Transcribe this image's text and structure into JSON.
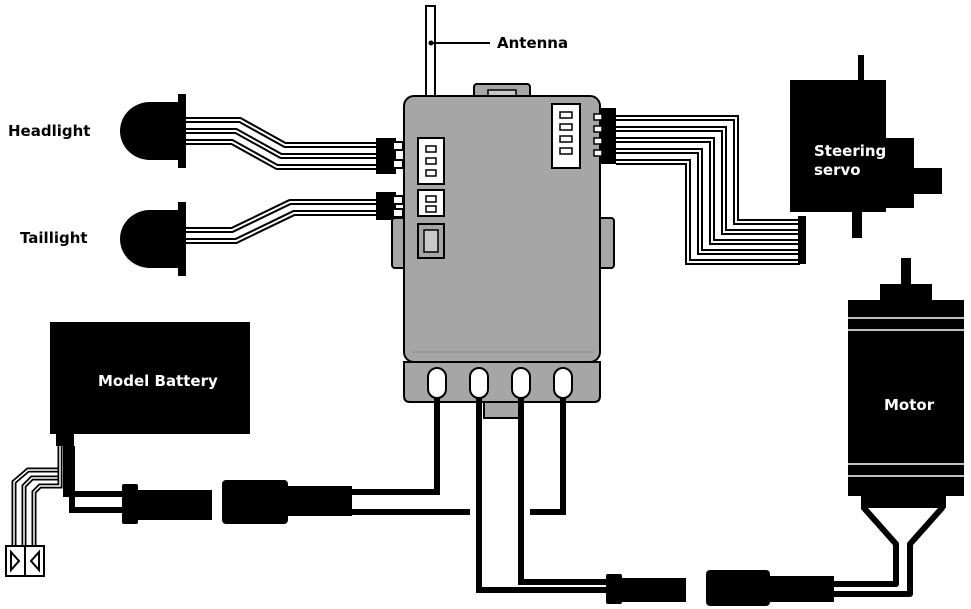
{
  "labels": {
    "antenna": "Antenna",
    "headlight": "Headlight",
    "taillight": "Taillight",
    "steering_line1": "Steering",
    "steering_line2": "servo",
    "model_battery": "Model Battery",
    "motor": "Motor"
  },
  "colors": {
    "wire": "#000000",
    "controller_body": "#a6a6a6",
    "controller_highlight": "#c8c8c8",
    "component": "#000000",
    "label_on_dark": "#ffffff"
  }
}
